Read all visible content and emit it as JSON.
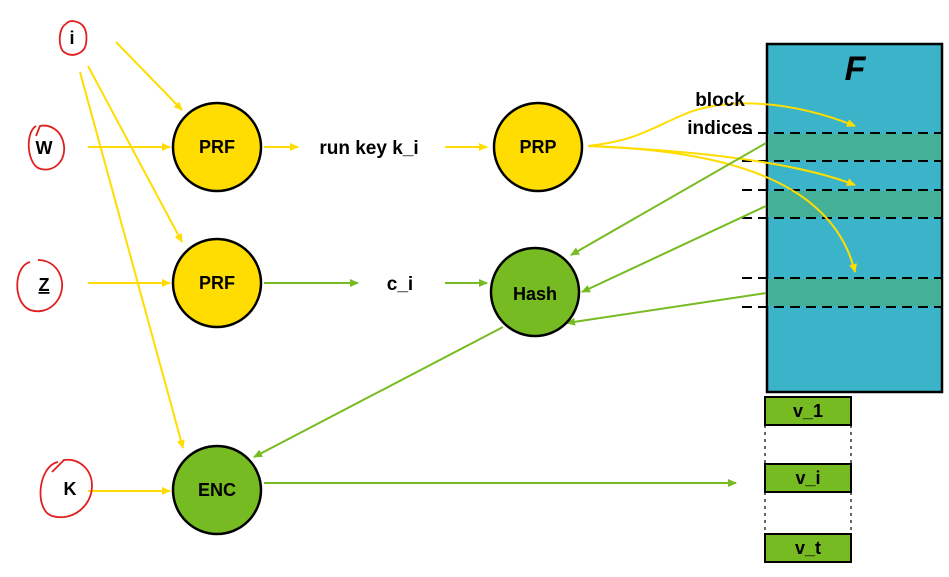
{
  "inputs": {
    "i": "i",
    "w": "W",
    "z": "Z",
    "k": "K"
  },
  "nodes": {
    "prf_top": "PRF",
    "prf_bottom": "PRF",
    "prp": "PRP",
    "hash": "Hash",
    "enc": "ENC"
  },
  "labels": {
    "run_key": "run key k_i",
    "c_i": "c_i",
    "block": "block",
    "indices": "indices",
    "file": "F"
  },
  "values": {
    "v1": "v_1",
    "vi": "v_i",
    "vt": "v_t"
  },
  "colors": {
    "yellow_node": "#ffdd00",
    "green_node": "#77bb22",
    "file_box": "#3bb3c8",
    "block_band": "#44b098",
    "yellow_arrow": "#ffdd00",
    "green_arrow": "#77bb22",
    "red_circle": "#e02020"
  }
}
